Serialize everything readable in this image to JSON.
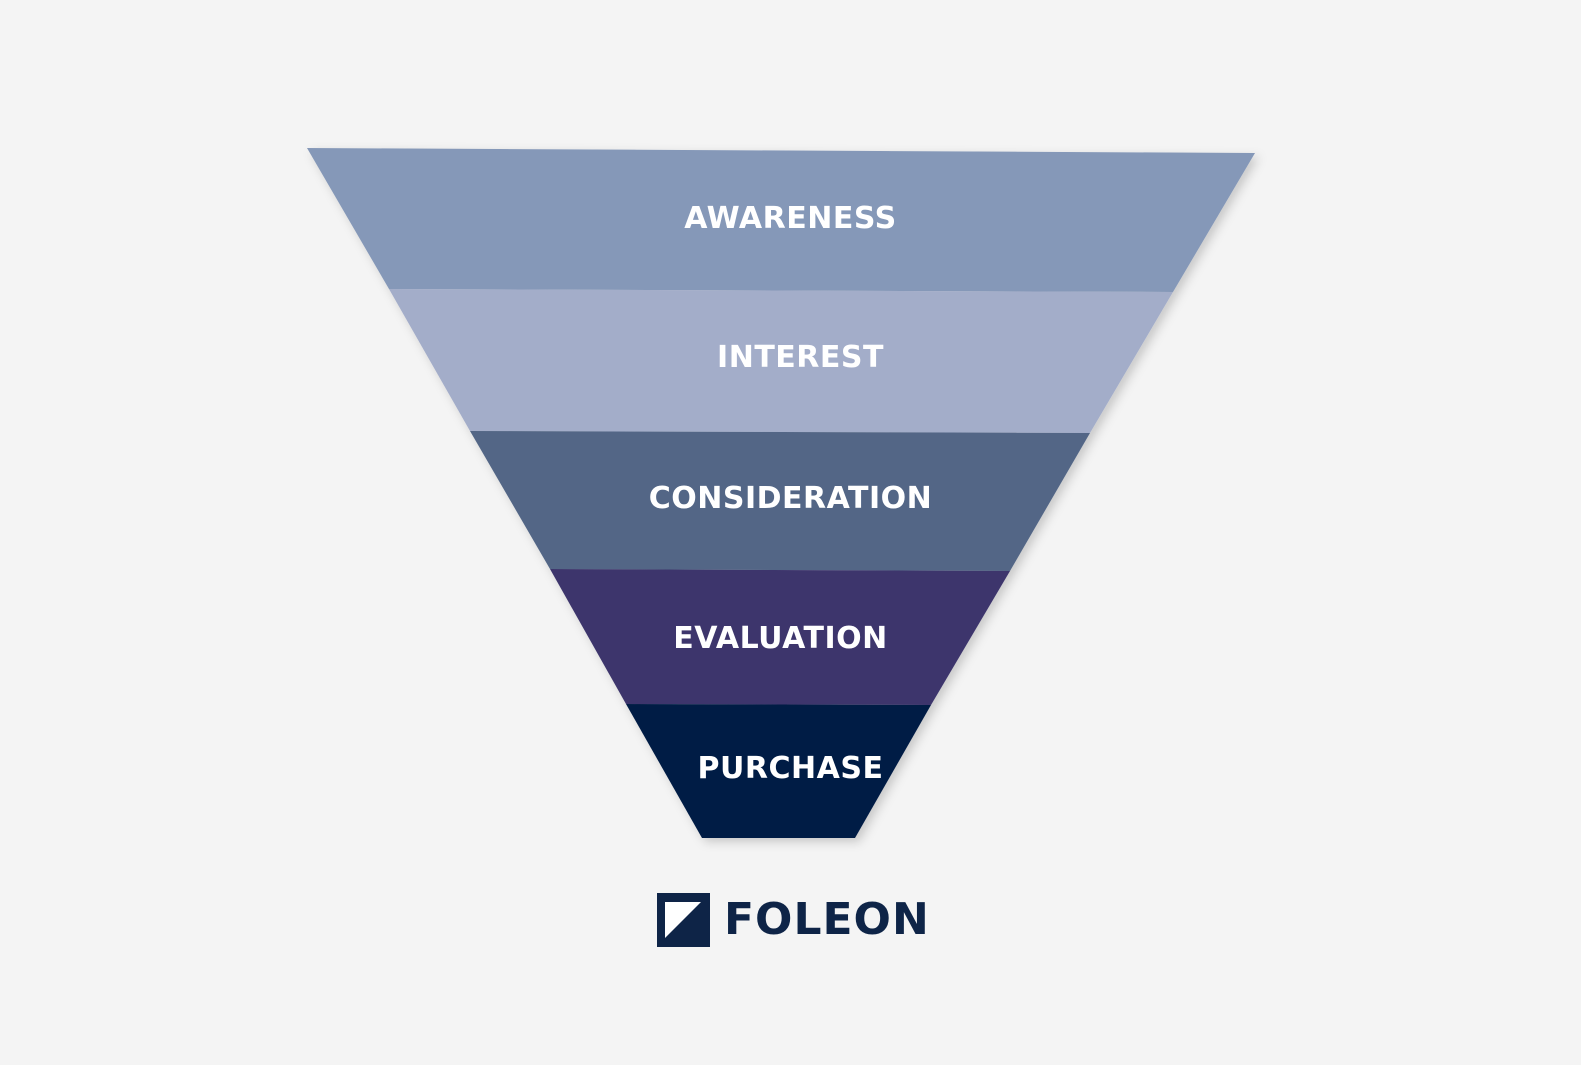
{
  "funnel": {
    "stages": [
      {
        "label": "AWARENESS",
        "color": "#8598b8"
      },
      {
        "label": "INTEREST",
        "color": "#a3adc9"
      },
      {
        "label": "CONSIDERATION",
        "color": "#536686"
      },
      {
        "label": "EVALUATION",
        "color": "#3c356c"
      },
      {
        "label": "PURCHASE",
        "color": "#001b44"
      }
    ]
  },
  "brand": {
    "name": "FOLEON",
    "icon": "foleon-logo-icon",
    "color": "#0e2447"
  },
  "background": "#f4f4f4"
}
